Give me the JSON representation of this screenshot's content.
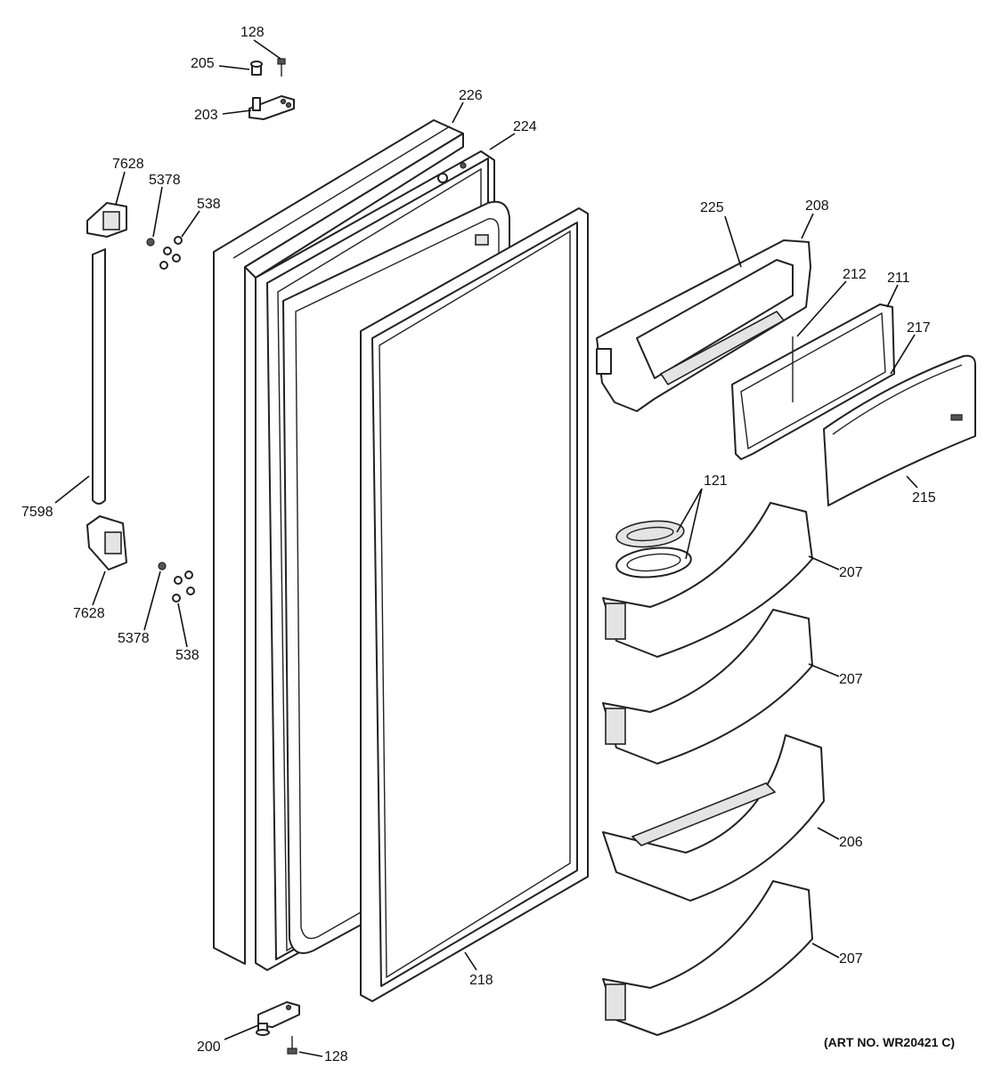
{
  "callouts": {
    "c128_top": "128",
    "c205": "205",
    "c203": "203",
    "c226": "226",
    "c224": "224",
    "c7628_top": "7628",
    "c5378_top": "5378",
    "c538_top": "538",
    "c225": "225",
    "c208": "208",
    "c212": "212",
    "c211": "211",
    "c217": "217",
    "c215": "215",
    "c121": "121",
    "c207_a": "207",
    "c207_b": "207",
    "c206": "206",
    "c207_c": "207",
    "c7598": "7598",
    "c7628_bot": "7628",
    "c5378_bot": "5378",
    "c538_bot": "538",
    "c218": "218",
    "c200": "200",
    "c128_bot": "128"
  },
  "art_number": "(ART NO. WR20421 C)"
}
